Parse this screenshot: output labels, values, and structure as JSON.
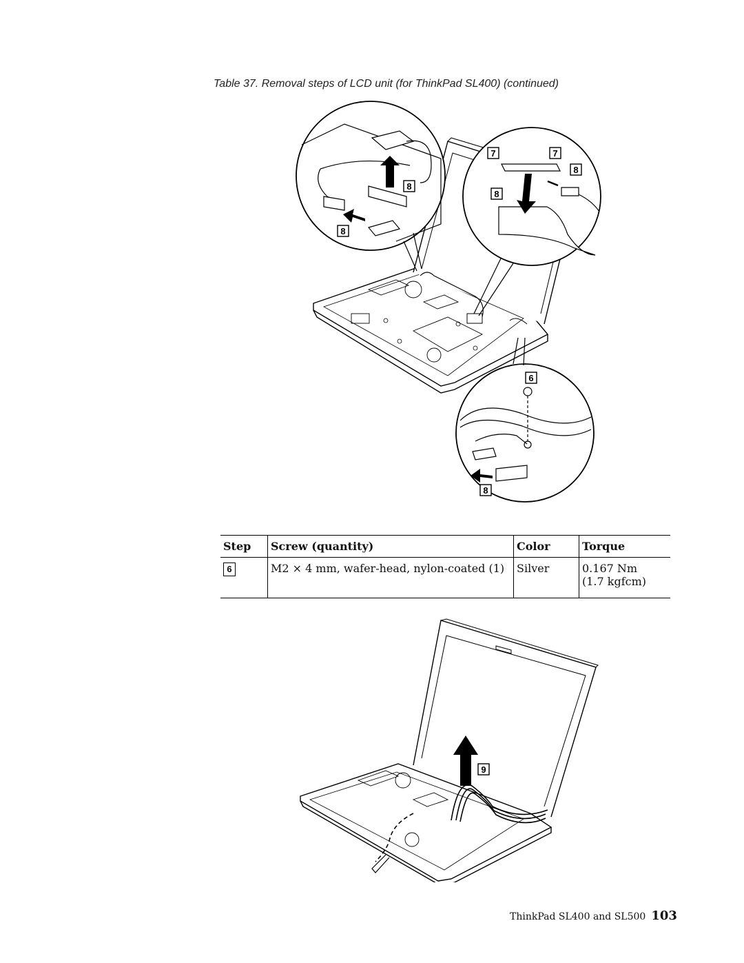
{
  "caption": "Table 37. Removal steps of LCD unit (for ThinkPad SL400) (continued)",
  "figure1": {
    "callouts": [
      "7",
      "7",
      "8",
      "8",
      "8",
      "8",
      "6",
      "8"
    ]
  },
  "table": {
    "headers": [
      "Step",
      "Screw (quantity)",
      "Color",
      "Torque"
    ],
    "rows": [
      {
        "step": "6",
        "screw": "M2 × 4 mm, wafer-head, nylon-coated (1)",
        "color": "Silver",
        "torque_nm": "0.167 Nm",
        "torque_kgfcm": "(1.7 kgfcm)"
      }
    ]
  },
  "figure2": {
    "callouts": [
      "9"
    ]
  },
  "footer": {
    "title": "ThinkPad SL400 and SL500",
    "page_number": "103"
  }
}
